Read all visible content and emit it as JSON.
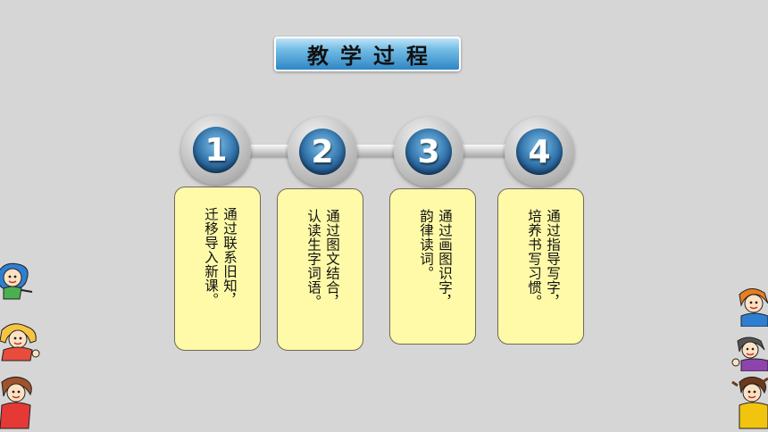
{
  "title": "教学过程",
  "steps": [
    {
      "number": "1",
      "lines": [
        "通过联系旧知，",
        "迁移导入新课。"
      ]
    },
    {
      "number": "2",
      "lines": [
        "通过图文结合，",
        "认读生字词语。"
      ]
    },
    {
      "number": "3",
      "lines": [
        "通过画图识字，",
        "韵律读词。"
      ]
    },
    {
      "number": "4",
      "lines": [
        "通过指导写字，",
        "培养书写习惯。"
      ]
    }
  ],
  "colors": {
    "background": "#d6d6d6",
    "card": "#fffaa8",
    "number_circle": "#2f6fa6",
    "title_bar": "#74bde6"
  }
}
